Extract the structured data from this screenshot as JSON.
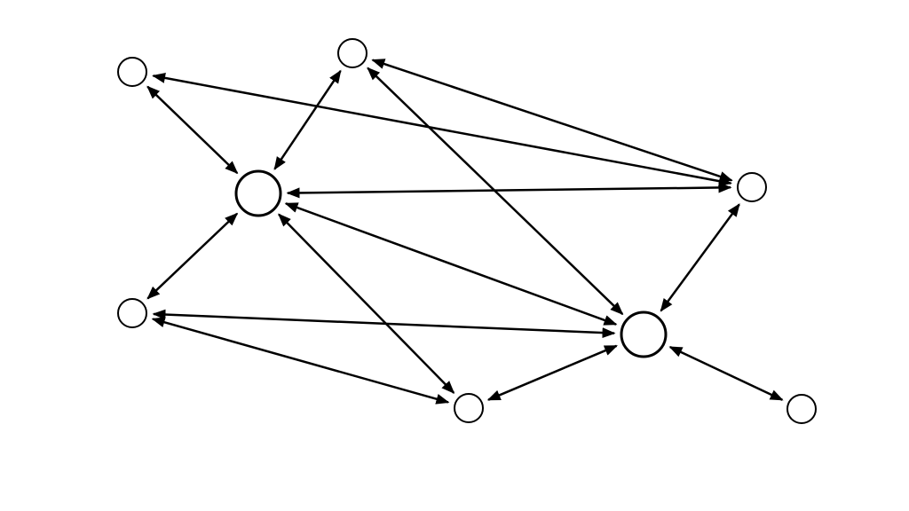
{
  "diagram": {
    "type": "network-graph",
    "edge_style": "bidirectional-arrow",
    "stroke_color": "#000000",
    "background_color": "#ffffff",
    "nodes": [
      {
        "id": "n1",
        "size": "small"
      },
      {
        "id": "n2",
        "size": "small"
      },
      {
        "id": "n3",
        "size": "large"
      },
      {
        "id": "n4",
        "size": "small"
      },
      {
        "id": "n5",
        "size": "small"
      },
      {
        "id": "n6",
        "size": "large"
      },
      {
        "id": "n7",
        "size": "small"
      },
      {
        "id": "n8",
        "size": "small"
      }
    ],
    "edges": [
      [
        "n1",
        "n3"
      ],
      [
        "n1",
        "n4"
      ],
      [
        "n2",
        "n3"
      ],
      [
        "n2",
        "n4"
      ],
      [
        "n2",
        "n6"
      ],
      [
        "n3",
        "n4"
      ],
      [
        "n3",
        "n6"
      ],
      [
        "n3",
        "n5"
      ],
      [
        "n3",
        "n7"
      ],
      [
        "n5",
        "n6"
      ],
      [
        "n5",
        "n7"
      ],
      [
        "n7",
        "n6"
      ],
      [
        "n4",
        "n6"
      ],
      [
        "n6",
        "n8"
      ]
    ]
  }
}
